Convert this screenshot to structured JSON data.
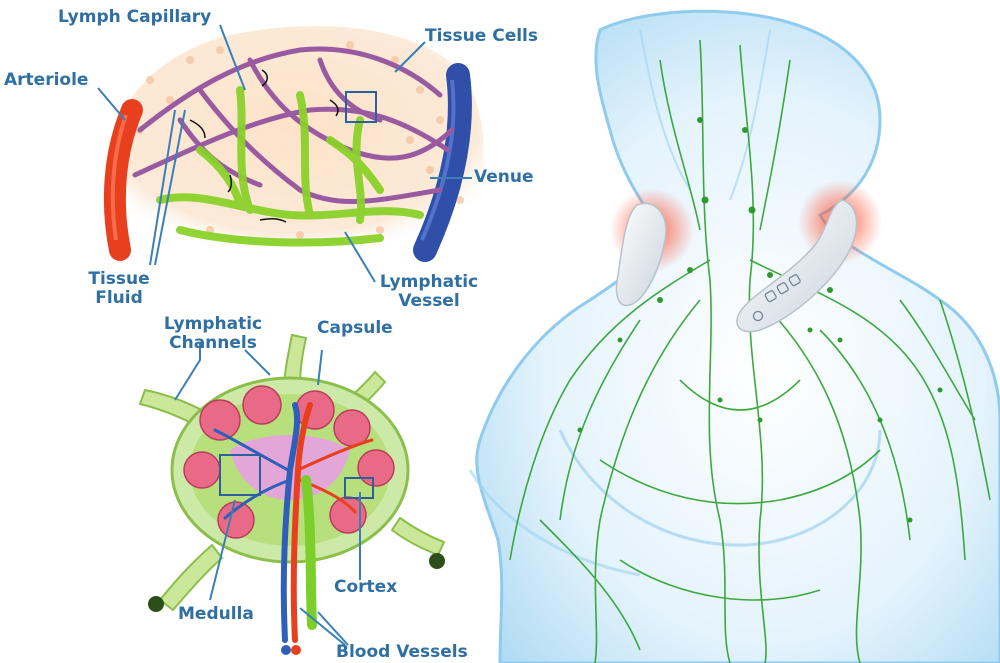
{
  "capillary_diagram": {
    "lymph_capillary": "Lymph Capillary",
    "tissue_cells": "Tissue Cells",
    "arteriole": "Arteriole",
    "venule": "Venue",
    "tissue_fluid_line1": "Tissue",
    "tissue_fluid_line2": "Fluid",
    "lymphatic_vessel_line1": "Lymphatic",
    "lymphatic_vessel_line2": "Vessel"
  },
  "node_diagram": {
    "lymphatic_channels_line1": "Lymphatic",
    "lymphatic_channels_line2": "Channels",
    "capsule": "Capsule",
    "cortex": "Cortex",
    "medulla": "Medulla",
    "blood_vessels": "Blood Vessels"
  },
  "colors": {
    "label_text": "#2f6fa3",
    "leader_line": "#3a7fb8",
    "lymph_green": "#7ccf2a",
    "artery_red": "#e8401f",
    "vein_blue": "#2f4fa8",
    "node_pink": "#e86a86",
    "body_blue": "#bfe3f7",
    "device_white": "#f2f4f6"
  },
  "icons": {
    "device": "neck-massager-device"
  }
}
